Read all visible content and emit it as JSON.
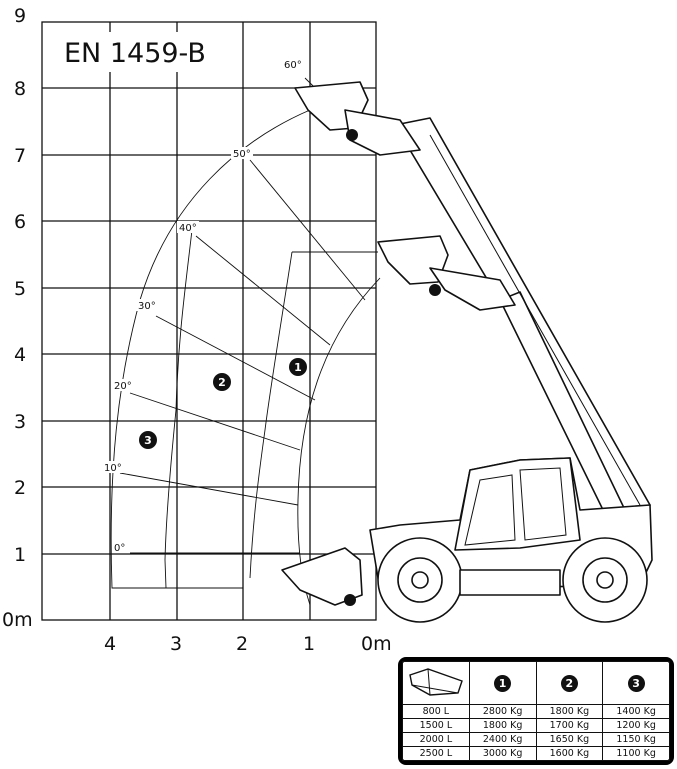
{
  "title": "EN 1459-B",
  "y_axis_labels": [
    "9",
    "8",
    "7",
    "6",
    "5",
    "4",
    "3",
    "2",
    "1",
    "0m"
  ],
  "x_axis_labels": [
    "4",
    "3",
    "2",
    "1",
    "0m"
  ],
  "angle_labels": [
    "60°",
    "50°",
    "40°",
    "30°",
    "20°",
    "10°",
    "0°"
  ],
  "zones": [
    "1",
    "2",
    "3"
  ],
  "table": {
    "headers": [
      "",
      "1",
      "2",
      "3"
    ],
    "rows": [
      [
        "800 L",
        "2800 Kg",
        "1800 Kg",
        "1400 Kg"
      ],
      [
        "1500 L",
        "1800 Kg",
        "1700 Kg",
        "1200 Kg"
      ],
      [
        "2000 L",
        "2400 Kg",
        "1650 Kg",
        "1150 Kg"
      ],
      [
        "2500 L",
        "3000 Kg",
        "1600 Kg",
        "1100 Kg"
      ]
    ]
  },
  "icons": [
    "bucket-icon",
    "telehandler-icon"
  ]
}
